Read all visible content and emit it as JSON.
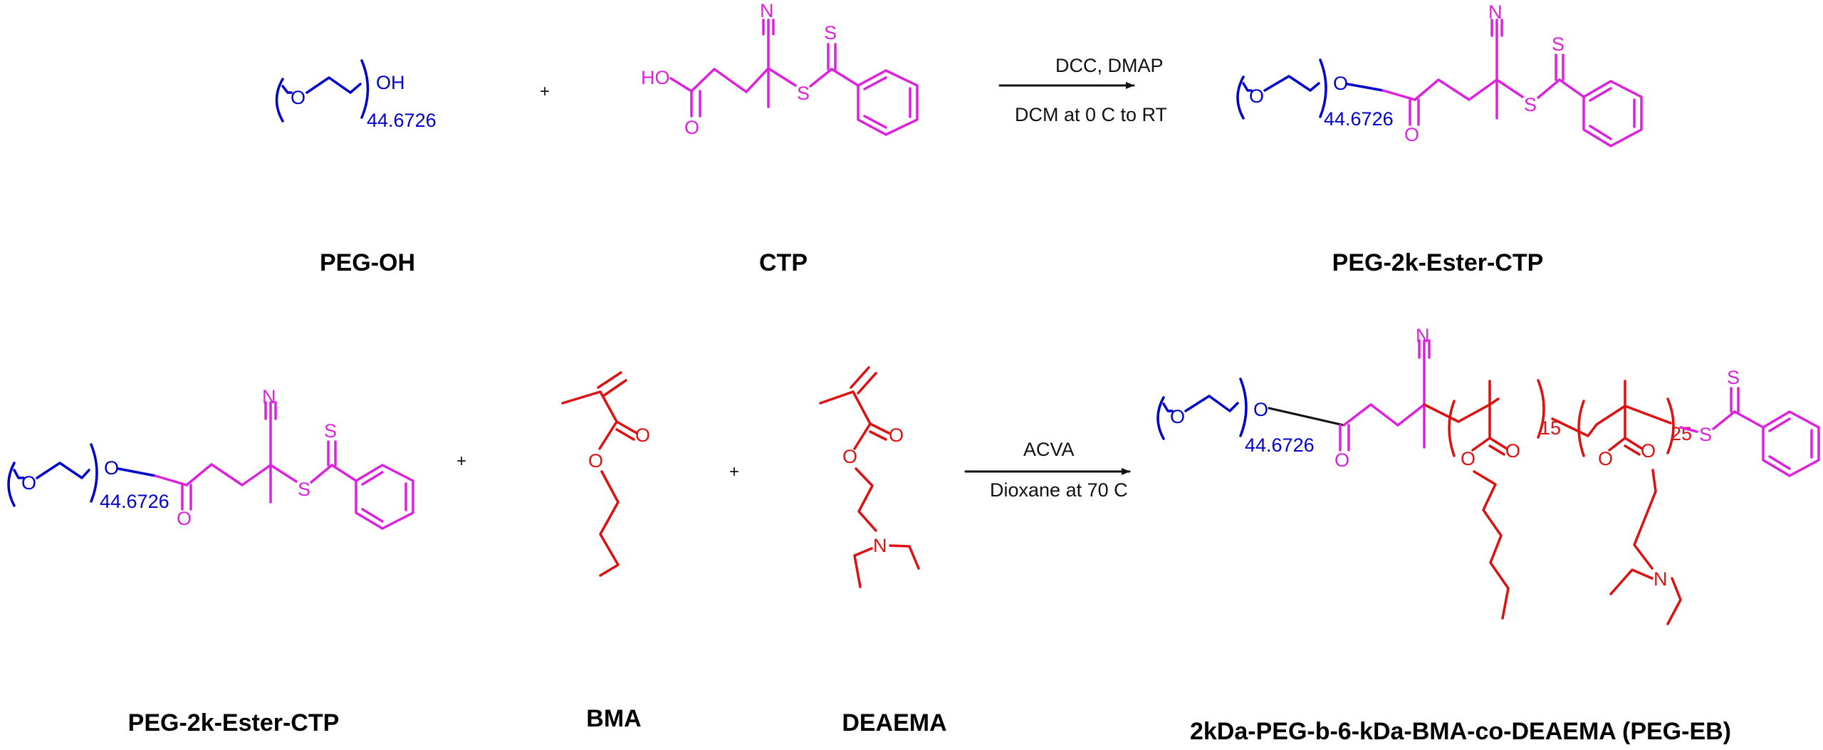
{
  "colors": {
    "peg": "#0000cc",
    "ctp": "#dd22dd",
    "monomer": "#dd1111",
    "arrow": "#111111"
  },
  "reaction1": {
    "labels": {
      "peg_oh": "PEG-OH",
      "ctp": "CTP",
      "product": "PEG-2k-Ester-CTP"
    },
    "plus": "+",
    "conditions_top": "DCC, DMAP",
    "conditions_bottom": "DCM at 0 C to RT"
  },
  "reaction2": {
    "labels": {
      "macro_cta": "PEG-2k-Ester-CTP",
      "bma": "BMA",
      "deaema": "DEAEMA",
      "product": "2kDa-PEG-b-6-kDa-BMA-co-DEAEMA (PEG-EB)"
    },
    "plus1": "+",
    "plus2": "+",
    "conditions_top": "ACVA",
    "conditions_bottom": "Dioxane at 70 C"
  },
  "atoms": {
    "oxygen": "O",
    "hydroxyl": "OH",
    "hydroxyl_left": "HO",
    "sulfur": "S",
    "nitrogen": "N"
  },
  "repeat_counts": {
    "peg": "44.6726",
    "bma": "15",
    "deaema": "25"
  }
}
